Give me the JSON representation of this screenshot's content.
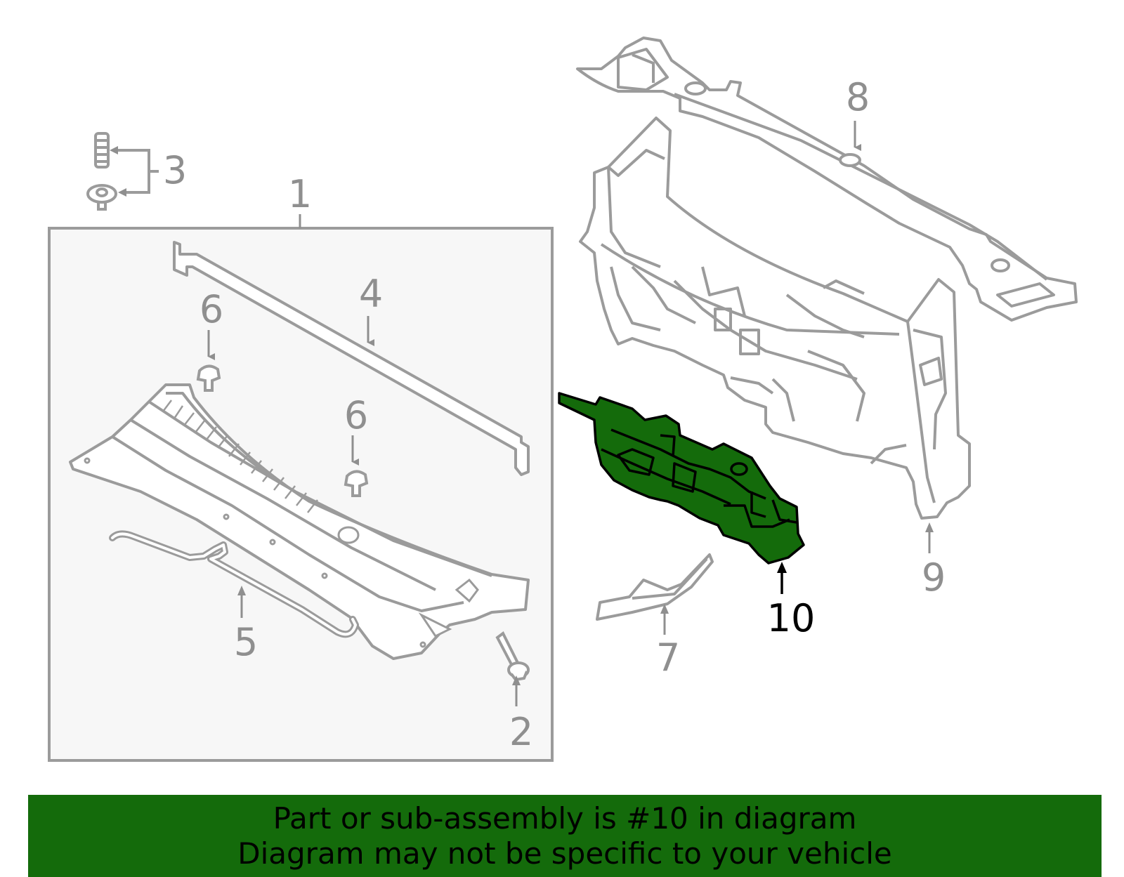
{
  "diagram": {
    "colors": {
      "line": "#9b9b9b",
      "highlight_fill": "#146b0b",
      "highlight_stroke": "#000000",
      "box_fill": "#f7f7f7",
      "banner": "#146b0b"
    },
    "callouts": [
      {
        "id": "1",
        "text": "1"
      },
      {
        "id": "2",
        "text": "2"
      },
      {
        "id": "3",
        "text": "3"
      },
      {
        "id": "4",
        "text": "4"
      },
      {
        "id": "5",
        "text": "5"
      },
      {
        "id": "6a",
        "text": "6"
      },
      {
        "id": "6b",
        "text": "6"
      },
      {
        "id": "7",
        "text": "7"
      },
      {
        "id": "8",
        "text": "8"
      },
      {
        "id": "9",
        "text": "9"
      },
      {
        "id": "10",
        "text": "10",
        "highlighted": true
      }
    ]
  },
  "banner": {
    "line1": "Part or sub-assembly is #10 in diagram",
    "line2": "Diagram may not be specific to your vehicle"
  }
}
